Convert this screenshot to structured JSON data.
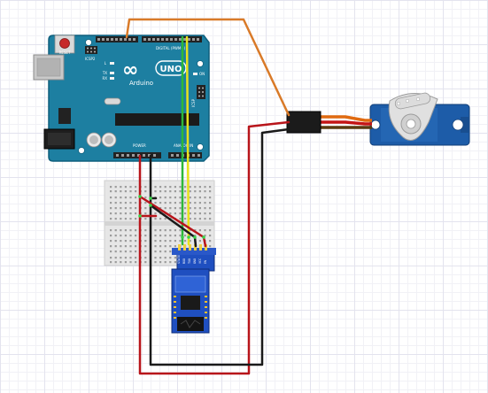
{
  "arduino": {
    "logo_symbol": "∞",
    "brand": "Arduino",
    "model": "UNO",
    "reset_label": "RESET",
    "icsp_label": "ICSP",
    "icsp2_label": "ICSP2",
    "digital_label": "DIGITAL (PWM~)",
    "power_label": "POWER",
    "analog_label": "ANALOG IN",
    "tx_label": "TX",
    "rx_label": "RX",
    "l_label": "L",
    "on_label": "ON"
  },
  "bluetooth_module": {
    "pins": [
      "STATE",
      "RXD",
      "TXD",
      "GND",
      "VCC",
      "EN"
    ]
  },
  "colors": {
    "board": "#1d7fa1",
    "board_edge": "#0f5f7d",
    "module": "#1f4fc0",
    "servo": "#1d5ca8",
    "wire_orange": "#d97a28",
    "wire_red": "#b8141a",
    "wire_black": "#1a1a1a",
    "wire_green": "#2db83a",
    "wire_yellow": "#e8e21b"
  }
}
